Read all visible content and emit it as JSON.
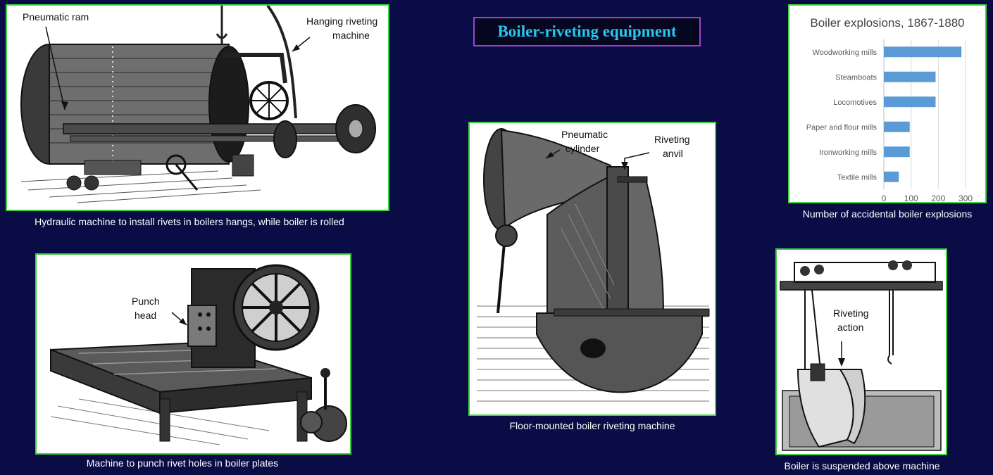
{
  "page": {
    "title": "Boiler-riveting equipment"
  },
  "panels": {
    "hydraulic": {
      "caption": "Hydraulic machine to install rivets in boilers hangs, while boiler is rolled",
      "label_ram": "Pneumatic ram",
      "label_hanging_1": "Hanging riveting",
      "label_hanging_2": "machine"
    },
    "punch": {
      "caption": "Machine to punch rivet holes in boiler plates",
      "label_1": "Punch",
      "label_2": "head"
    },
    "floor": {
      "caption": "Floor-mounted boiler riveting machine",
      "label_cyl_1": "Pneumatic",
      "label_cyl_2": "cylinder",
      "label_anvil_1": "Riveting",
      "label_anvil_2": "anvil"
    },
    "suspended": {
      "caption": "Boiler is suspended above machine",
      "label_1": "Riveting",
      "label_2": "action"
    },
    "chart": {
      "caption": "Number of accidental boiler explosions"
    }
  },
  "colors": {
    "background": "#0a0c45",
    "panel_border": "#3dd13d",
    "title_border": "#a042c8",
    "title_text": "#27c7ee",
    "bar": "#5b9bd5"
  },
  "chart_data": {
    "type": "bar",
    "orientation": "horizontal",
    "title": "Boiler explosions, 1867-1880",
    "categories": [
      "Woodworking mills",
      "Steamboats",
      "Locomotives",
      "Paper and flour mills",
      "Ironworking mills",
      "Textile mills"
    ],
    "values": [
      285,
      190,
      190,
      95,
      95,
      55
    ],
    "xlim": [
      0,
      300
    ],
    "xticks": [
      "0",
      "100",
      "200",
      "300"
    ],
    "grid": true,
    "xlabel": "",
    "ylabel": ""
  }
}
